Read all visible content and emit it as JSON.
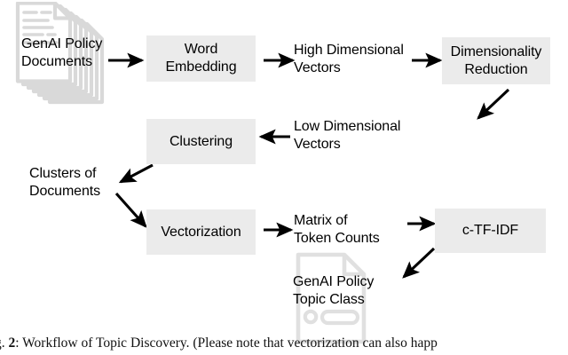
{
  "figure": {
    "caption_prefix": "g.",
    "caption_number": "2",
    "caption_text": ": Workflow of Topic Discovery. (Please note that vectorization can also happ"
  },
  "colors": {
    "box_fill": "#ebebeb",
    "stroke": "#000000",
    "icon_gray": "#d9d9d9",
    "text": "#000000",
    "background": "#ffffff"
  },
  "nodes": {
    "documents": {
      "label": "GenAI Policy\nDocuments",
      "type": "document-stack",
      "stack_count": 7
    },
    "word_embedding": {
      "label": "Word\nEmbedding",
      "type": "process"
    },
    "high_dim_vectors": {
      "label": "High Dimensional\nVectors",
      "type": "data-label"
    },
    "dimensionality_reduction": {
      "label": "Dimensionality\nReduction",
      "type": "process"
    },
    "low_dim_vectors": {
      "label": "Low Dimensional\nVectors",
      "type": "data-label"
    },
    "clustering": {
      "label": "Clustering",
      "type": "process"
    },
    "clusters_of_documents": {
      "label": "Clusters of\nDocuments",
      "type": "data-label"
    },
    "vectorization": {
      "label": "Vectorization",
      "type": "process"
    },
    "matrix_of_token_counts": {
      "label": "Matrix of\nToken Counts",
      "type": "data-label"
    },
    "ctfidf": {
      "label": "c-TF-IDF",
      "type": "process"
    },
    "topic_class": {
      "label": "GenAI Policy\nTopic Class",
      "type": "document-output"
    }
  },
  "edges": [
    {
      "name": "documents-to-word-embedding",
      "from": "documents",
      "to": "word_embedding",
      "style": "straight-right"
    },
    {
      "name": "word-embedding-to-high-dim-vectors",
      "from": "word_embedding",
      "to": "high_dim_vectors",
      "style": "straight-right"
    },
    {
      "name": "high-dim-vectors-to-dimensionality-reduction",
      "from": "high_dim_vectors",
      "to": "dimensionality_reduction",
      "style": "straight-right"
    },
    {
      "name": "dimensionality-reduction-to-low-dim-vectors",
      "from": "dimensionality_reduction",
      "to": "low_dim_vectors",
      "style": "diagonal-down-left"
    },
    {
      "name": "low-dim-vectors-to-clustering",
      "from": "low_dim_vectors",
      "to": "clustering",
      "style": "straight-left"
    },
    {
      "name": "clustering-to-clusters-of-documents",
      "from": "clustering",
      "to": "clusters_of_documents",
      "style": "diagonal-down-left"
    },
    {
      "name": "clusters-of-documents-to-vectorization",
      "from": "clusters_of_documents",
      "to": "vectorization",
      "style": "diagonal-down-right"
    },
    {
      "name": "vectorization-to-matrix-of-token-counts",
      "from": "vectorization",
      "to": "matrix_of_token_counts",
      "style": "straight-right"
    },
    {
      "name": "matrix-of-token-counts-to-ctfidf",
      "from": "matrix_of_token_counts",
      "to": "ctfidf",
      "style": "straight-right"
    },
    {
      "name": "ctfidf-to-topic-class",
      "from": "ctfidf",
      "to": "topic_class",
      "style": "diagonal-down-left"
    }
  ]
}
